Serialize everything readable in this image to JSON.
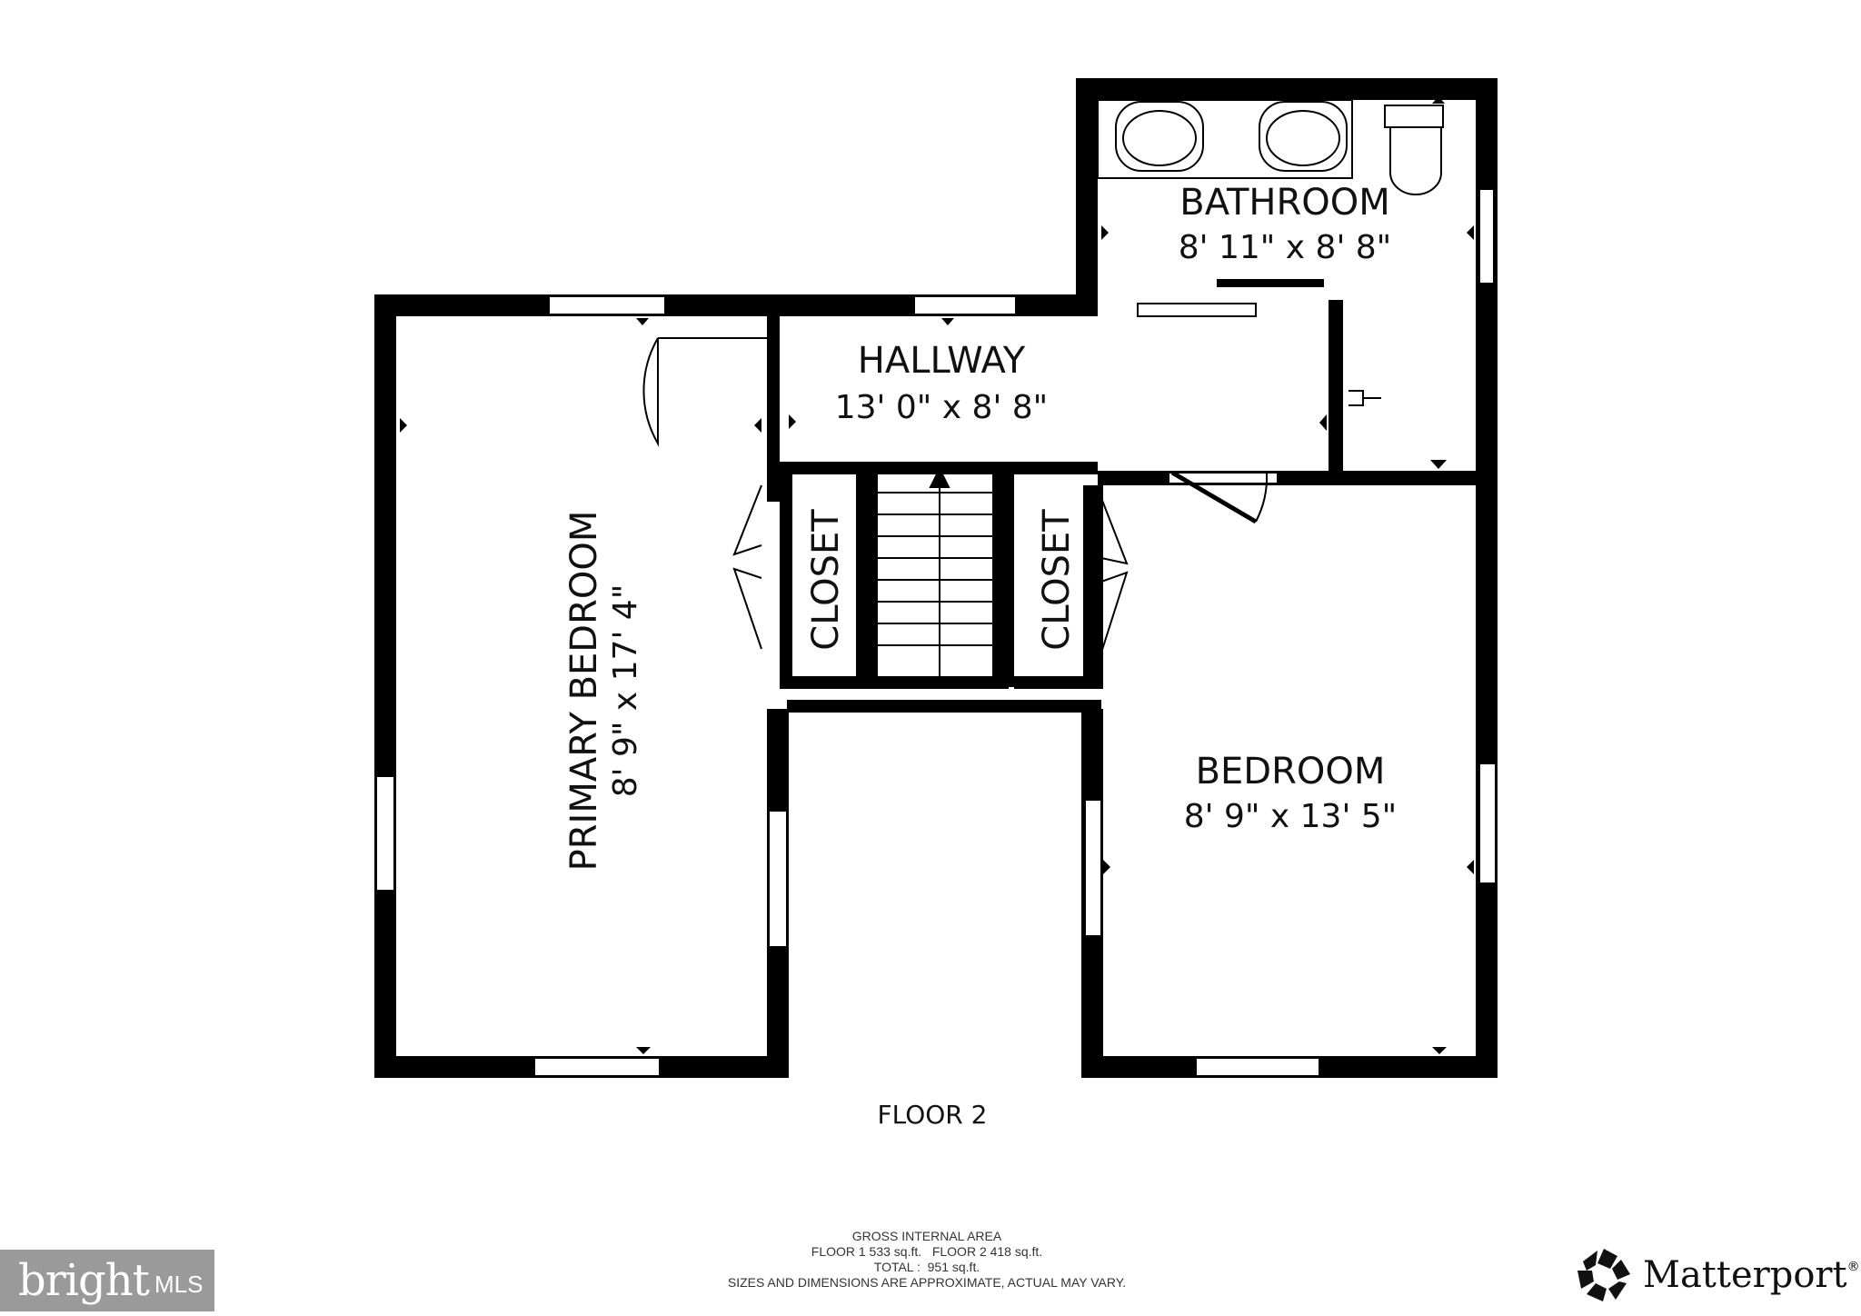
{
  "floor_label": "FLOOR 2",
  "rooms": {
    "bathroom": {
      "name": "BATHROOM",
      "dims": "8' 11\" x 8' 8\""
    },
    "hallway": {
      "name": "HALLWAY",
      "dims": "13' 0\" x 8' 8\""
    },
    "primary_bedroom": {
      "name": "PRIMARY BEDROOM",
      "dims": "8' 9\" x 17' 4\""
    },
    "bedroom": {
      "name": "BEDROOM",
      "dims": "8' 9\" x 13' 5\""
    },
    "closet_left": {
      "name": "CLOSET"
    },
    "closet_right": {
      "name": "CLOSET"
    }
  },
  "area": {
    "heading": "GROSS INTERNAL AREA",
    "floors_line": "FLOOR 1 533 sq.ft.   FLOOR 2 418 sq.ft.",
    "total_line": "TOTAL :  951 sq.ft.",
    "disclaimer": "SIZES AND DIMENSIONS ARE APPROXIMATE, ACTUAL MAY VARY."
  },
  "logos": {
    "bright_word": "bright",
    "bright_suffix": "MLS",
    "matterport": "Matterport",
    "matterport_mark": "®"
  },
  "colors": {
    "wall": "#000000",
    "background": "#ffffff",
    "badge": "#9a9a9a"
  }
}
